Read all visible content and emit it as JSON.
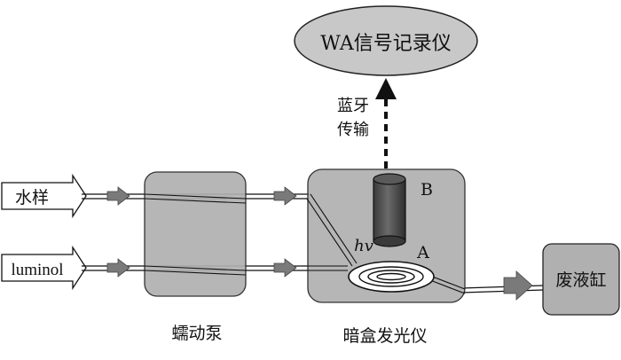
{
  "recorder": {
    "label": "WA信号记录仪"
  },
  "bluetooth": {
    "line1": "蓝牙",
    "line2": "传输"
  },
  "inputs": [
    {
      "label": "水样"
    },
    {
      "label": "luminol"
    }
  ],
  "pump": {
    "label": "蠕动泵"
  },
  "darkbox": {
    "label": "暗盒发光仪",
    "photon_label": "hv",
    "detector_label": "B",
    "cell_label": "A"
  },
  "waste": {
    "label": "废液缸"
  },
  "colors": {
    "box_fill": "#b0b0b0",
    "recorder_fill": "#c8c8c8",
    "arrow_fill": "#7a7a7a",
    "detector_fill": "#4a4a4a",
    "outline": "#222222"
  }
}
